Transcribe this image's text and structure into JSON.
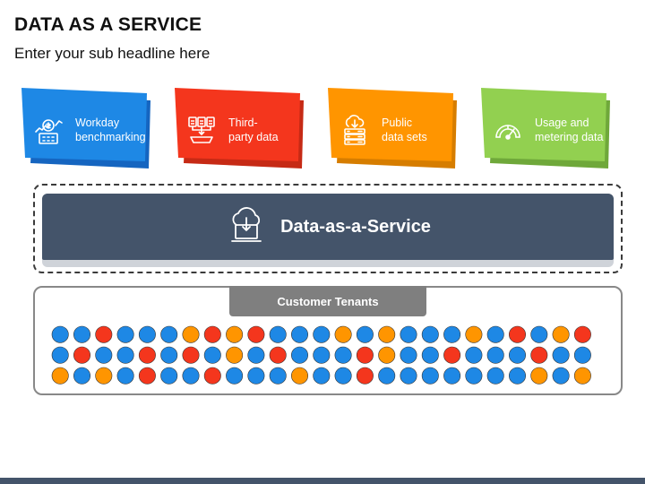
{
  "header": {
    "title": "DATA AS A SERVICE",
    "subtitle": "Enter your sub headline here"
  },
  "cards": [
    {
      "label": "Workday\nbenchmarking",
      "color": "#1e88e5",
      "shadow": "#1565c0",
      "icon": "benchmark-chart-icon"
    },
    {
      "label": "Third-\nparty data",
      "color": "#f4361d",
      "shadow": "#c62a15",
      "icon": "third-party-data-icon"
    },
    {
      "label": "Public\ndata sets",
      "color": "#ff9500",
      "shadow": "#d67d00",
      "icon": "public-data-server-icon"
    },
    {
      "label": "Usage and\nmetering data",
      "color": "#92d050",
      "shadow": "#6fa83a",
      "icon": "gauge-meter-icon"
    }
  ],
  "daas": {
    "label": "Data-as-a-Service",
    "icon": "cloud-laptop-icon",
    "color": "#44546a"
  },
  "tenants": {
    "label": "Customer Tenants",
    "palette": {
      "b": "#1e88e5",
      "o": "#ff9500",
      "r": "#f4361d"
    },
    "rows": [
      "bbrbbbororbbbobobbbobrbor",
      "brbbrbrbobrbbbrobbrbbbrbb",
      "obobrbbrbbbobbrbbbbbbbobo"
    ]
  }
}
